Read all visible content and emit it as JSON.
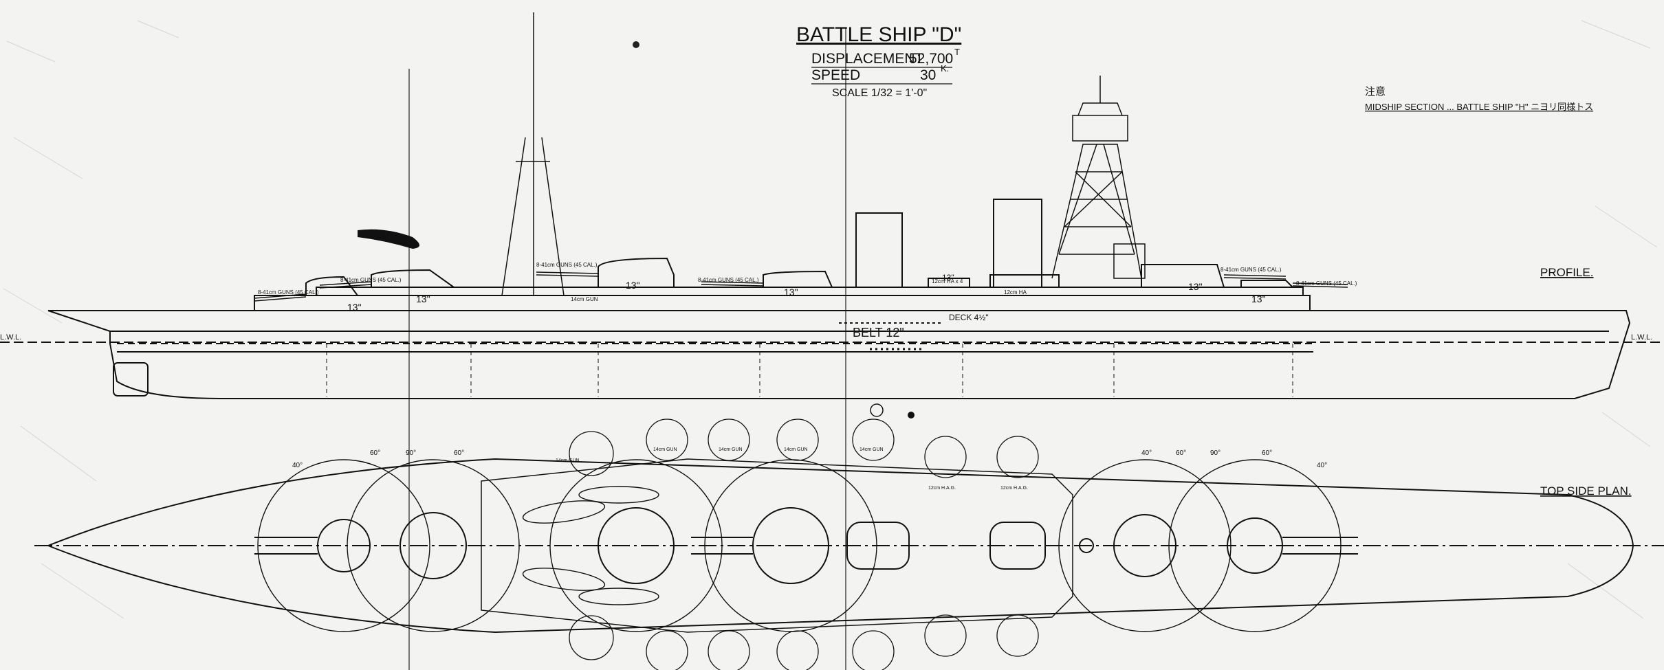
{
  "header": {
    "title": "BATTLE SHIP \"D\"",
    "displacement_label": "DISPLACEMENT",
    "displacement_value": "52,700",
    "displacement_unit": "T",
    "speed_label": "SPEED",
    "speed_value": "30",
    "speed_unit": "K.",
    "scale": "SCALE 1/32 = 1'-0\""
  },
  "note": {
    "kanji": "注意",
    "text": "MIDSHIP SECTION ... BATTLE SHIP \"H\" ニヨリ同様トス"
  },
  "views": {
    "profile_label": "PROFILE.",
    "top_plan_label": "TOP SIDE PLAN."
  },
  "profile": {
    "lwl_left": "L.W.L.",
    "lwl_right": "L.W.L.",
    "belt": "BELT   12\"",
    "deck": "DECK 4½\"",
    "turret_armor": [
      "13\"",
      "13\"",
      "13\"",
      "13\"",
      "13\"",
      "13\"",
      "13\""
    ],
    "secondary_labels": [
      "8-41cm GUNS (45 CAL.)",
      "8-41cm GUNS (45 CAL.)",
      "8-41cm GUNS (45 CAL.)",
      "8-41cm GUNS (45 CAL.)",
      "8-41cm GUNS (45 CAL.)",
      "8-41cm GUNS (45 CAL.)"
    ],
    "misc_labels": [
      "14cm GUN",
      "12cm HA x 4",
      "12cm HA"
    ]
  },
  "plan": {
    "bearing_angles": [
      "40°",
      "60°",
      "90°",
      "60°",
      "40°",
      "60°",
      "90°",
      "60°",
      "40°"
    ],
    "gun_labels": [
      "14cm GUN",
      "14cm GUN",
      "14cm GUN",
      "14cm GUN",
      "14cm GUN",
      "12cm H.A.G.",
      "12cm H.A.G."
    ]
  }
}
